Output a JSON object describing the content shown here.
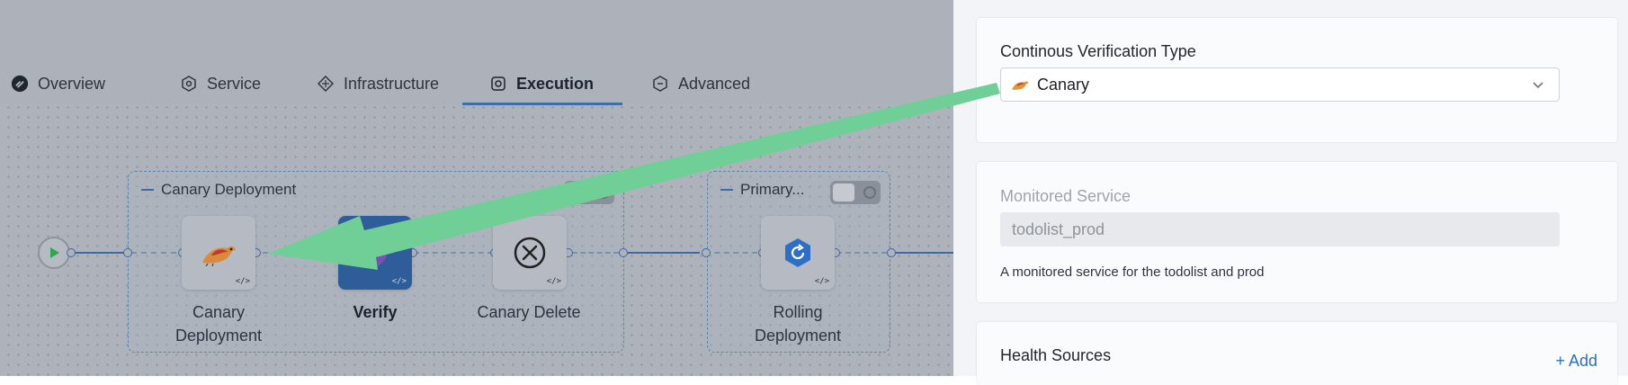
{
  "tabs": [
    {
      "label": "Overview",
      "icon": "overview-icon"
    },
    {
      "label": "Service",
      "icon": "service-icon"
    },
    {
      "label": "Infrastructure",
      "icon": "infrastructure-icon"
    },
    {
      "label": "Execution",
      "icon": "execution-icon",
      "active": true
    },
    {
      "label": "Advanced",
      "icon": "advanced-icon"
    }
  ],
  "pipeline": {
    "stages": [
      {
        "title": "Canary Deployment",
        "steps": [
          {
            "label": "Canary Deployment",
            "icon": "canary-bird-icon"
          },
          {
            "label": "Verify",
            "icon": "verify-shield-icon",
            "selected": true
          },
          {
            "label": "Canary Delete",
            "icon": "delete-circle-icon"
          }
        ]
      },
      {
        "title": "Primary...",
        "steps": [
          {
            "label": "Rolling Deployment",
            "icon": "rolling-deploy-icon"
          }
        ]
      }
    ]
  },
  "panel": {
    "cv_type": {
      "label": "Continous Verification Type",
      "value": "Canary",
      "icon": "canary-bird-icon"
    },
    "monitored_service": {
      "label": "Monitored Service",
      "value": "todolist_prod",
      "help": "A monitored service for the todolist and prod"
    },
    "health_sources": {
      "label": "Health Sources",
      "add_label": "+ Add"
    }
  },
  "colors": {
    "accent": "#2e6fc0",
    "annotation_arrow": "#6fcf97",
    "selected_step": "#2e5d99"
  }
}
